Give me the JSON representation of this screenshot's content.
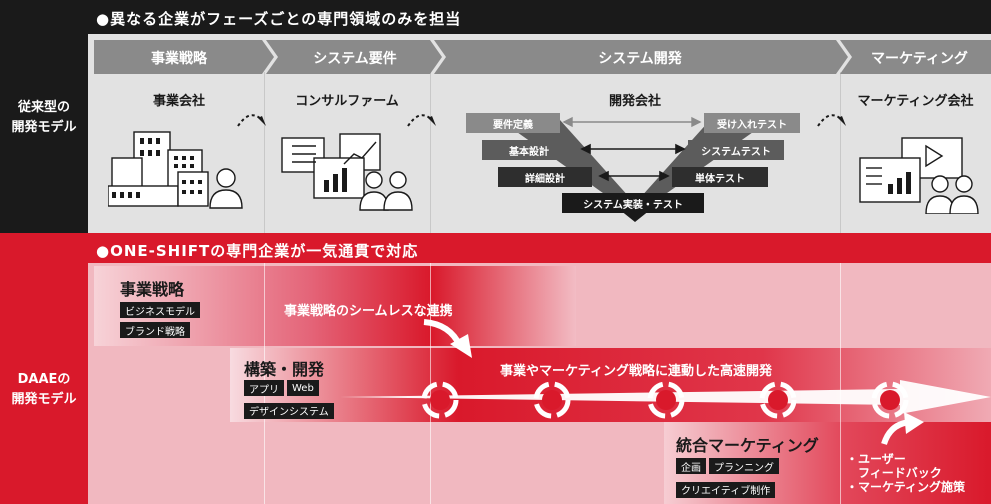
{
  "traditional": {
    "header": "●異なる企業がフェーズごとの専門領域のみを担当",
    "side_label_line1": "従来型の",
    "side_label_line2": "開発モデル",
    "phases": [
      "事業戦略",
      "システム要件",
      "システム開発",
      "マーケティング"
    ],
    "companies": [
      "事業会社",
      "コンサルファーム",
      "開発会社",
      "マーケティング会社"
    ],
    "v_model": {
      "left": [
        "要件定義",
        "基本設計",
        "詳細設計"
      ],
      "right": [
        "受け入れテスト",
        "システムテスト",
        "単体テスト"
      ],
      "bottom": "システム実装・テスト"
    }
  },
  "daae": {
    "header": "●ONE-SHIFTの専門企業が一気通貫で対応",
    "side_label_line1": "DAAEの",
    "side_label_line2": "開発モデル",
    "strategy": {
      "title": "事業戦略",
      "tags": [
        "ビジネスモデル",
        "ブランド戦略"
      ]
    },
    "strategy_link": "事業戦略のシームレスな連携",
    "build": {
      "title": "構築・開発",
      "tags": [
        "アプリ",
        "Web",
        "デザインシステム"
      ]
    },
    "fast_dev": "事業やマーケティング戦略に連動した高速開発",
    "marketing": {
      "title": "統合マーケティング",
      "tags": [
        "企画",
        "プランニング",
        "クリエイティブ制作"
      ]
    },
    "feedback": [
      "・ユーザー",
      "フィードバック",
      "・マーケティング施策"
    ]
  },
  "colors": {
    "dark": "#1a1a1a",
    "red": "#d9192b",
    "gray_bg": "#e2e2e2",
    "phase_gray": "#8a8a8a",
    "pink_bg": "#f1b8c0"
  }
}
